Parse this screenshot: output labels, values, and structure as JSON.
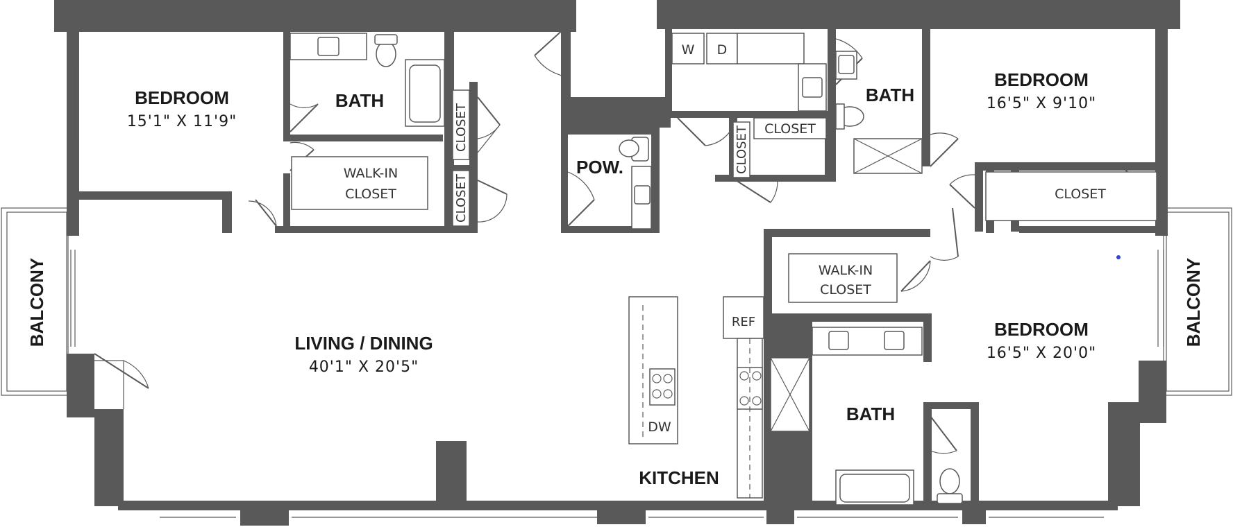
{
  "rooms": {
    "bedroom_1": {
      "title": "BEDROOM",
      "dims": "15'1\" X 11'9\""
    },
    "bedroom_2": {
      "title": "BEDROOM",
      "dims": "16'5\" X 9'10\""
    },
    "bedroom_3": {
      "title": "BEDROOM",
      "dims": "16'5\" X 20'0\""
    },
    "living": {
      "title": "LIVING / DINING",
      "dims": "40'1\" X 20'5\""
    },
    "bath_1": "BATH",
    "bath_2": "BATH",
    "bath_3": "BATH",
    "powder": "POW.",
    "kitchen": "KITCHEN"
  },
  "closets": {
    "walkin_1_line1": "WALK-IN",
    "walkin_1_line2": "CLOSET",
    "walkin_2_line1": "WALK-IN",
    "walkin_2_line2": "CLOSET",
    "closet_a": "CLOSET",
    "closet_b": "CLOSET",
    "closet_c": "CLOSET",
    "closet_d": "CLOSET",
    "closet_e": "CLOSET"
  },
  "appliances": {
    "washer": "W",
    "dryer": "D",
    "refrigerator": "REF",
    "dishwasher": "DW"
  },
  "balconies": {
    "left": "BALCONY",
    "right": "BALCONY"
  },
  "colors": {
    "wall": "#595959",
    "background": "#ffffff",
    "text": "#1a1a1a"
  }
}
